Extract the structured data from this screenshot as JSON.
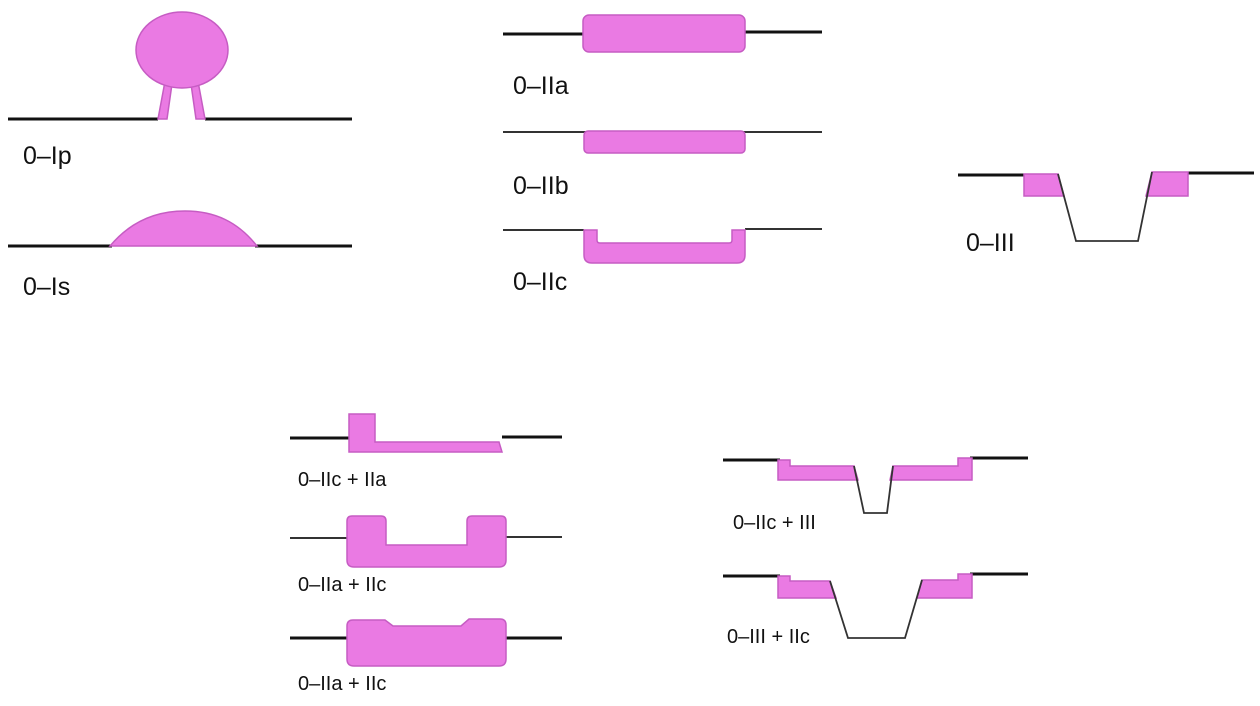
{
  "colors": {
    "lesion": "#ea7ae3",
    "lesion_stroke": "#c65cc3",
    "mucosa_line": "#111111"
  },
  "labels": {
    "type_0_Ip": "0–Ip",
    "type_0_Is": "0–Is",
    "type_0_IIa": "0–IIa",
    "type_0_IIb": "0–IIb",
    "type_0_IIc": "0–IIc",
    "type_0_III": "0–III",
    "type_0_IIc_IIa": "0–IIc + IIa",
    "type_0_IIa_IIc_1": "0–IIa + IIc",
    "type_0_IIa_IIc_2": "0–IIa + IIc",
    "type_0_IIc_III": "0–IIc + III",
    "type_0_III_IIc": "0–III + IIc"
  }
}
